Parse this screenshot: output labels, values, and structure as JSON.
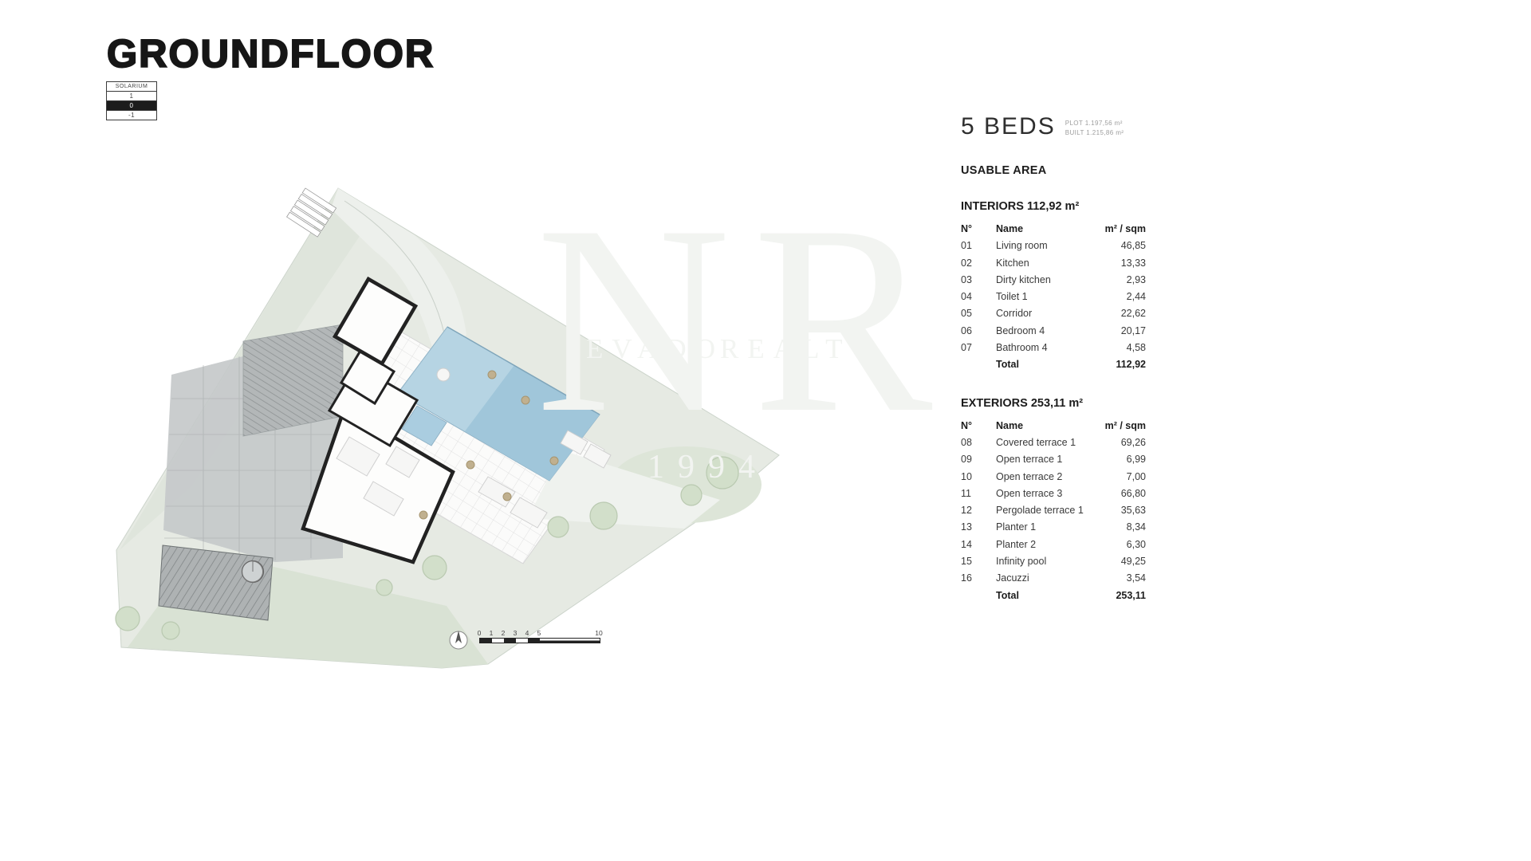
{
  "title": "GROUNDFLOOR",
  "floor_selector": {
    "levels": [
      "SOLARIUM",
      "1",
      "0",
      "-1"
    ],
    "active": "0"
  },
  "watermark": {
    "monogram": "NR",
    "word_left": "EVADO",
    "word_right": "REALTY",
    "year": "1994"
  },
  "scalebar": {
    "labels": [
      "0",
      "1",
      "2",
      "3",
      "4",
      "5",
      "10"
    ]
  },
  "panel": {
    "beds": "5 BEDS",
    "plot": "PLOT 1.197,56 m²",
    "built": "BUILT 1.215,86 m²",
    "usable_area": "USABLE AREA",
    "interiors": {
      "title": "INTERIORS 112,92 m²",
      "col_num": "N°",
      "col_name": "Name",
      "col_area": "m² / sqm",
      "rows": [
        {
          "num": "01",
          "name": "Living room",
          "area": "46,85"
        },
        {
          "num": "02",
          "name": "Kitchen",
          "area": "13,33"
        },
        {
          "num": "03",
          "name": "Dirty kitchen",
          "area": "2,93"
        },
        {
          "num": "04",
          "name": "Toilet 1",
          "area": "2,44"
        },
        {
          "num": "05",
          "name": "Corridor",
          "area": "22,62"
        },
        {
          "num": "06",
          "name": "Bedroom 4",
          "area": "20,17"
        },
        {
          "num": "07",
          "name": "Bathroom 4",
          "area": "4,58"
        }
      ],
      "total_label": "Total",
      "total_area": "112,92"
    },
    "exteriors": {
      "title": "EXTERIORS 253,11 m²",
      "col_num": "N°",
      "col_name": "Name",
      "col_area": "m² / sqm",
      "rows": [
        {
          "num": "08",
          "name": "Covered terrace 1",
          "area": "69,26"
        },
        {
          "num": "09",
          "name": "Open terrace 1",
          "area": "6,99"
        },
        {
          "num": "10",
          "name": "Open terrace 2",
          "area": "7,00"
        },
        {
          "num": "11",
          "name": "Open terrace 3",
          "area": "66,80"
        },
        {
          "num": "12",
          "name": "Pergolade terrace 1",
          "area": "35,63"
        },
        {
          "num": "13",
          "name": "Planter 1",
          "area": "8,34"
        },
        {
          "num": "14",
          "name": "Planter 2",
          "area": "6,30"
        },
        {
          "num": "15",
          "name": "Infinity pool",
          "area": "49,25"
        },
        {
          "num": "16",
          "name": "Jacuzzi",
          "area": "3,54"
        }
      ],
      "total_label": "Total",
      "total_area": "253,11"
    }
  }
}
